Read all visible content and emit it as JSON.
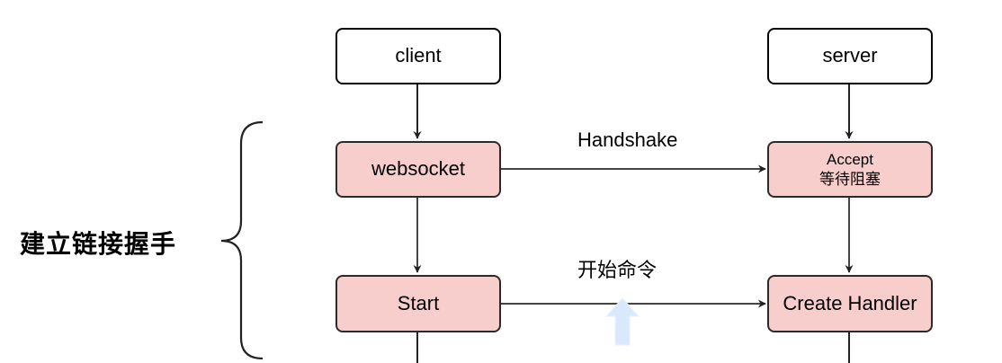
{
  "nodes": {
    "client": "client",
    "server": "server",
    "websocket": "websocket",
    "accept_line1": "Accept",
    "accept_line2": "等待阻塞",
    "start": "Start",
    "create_handler": "Create Handler"
  },
  "edges": {
    "handshake": "Handshake",
    "start_command": "开始命令"
  },
  "group": {
    "label": "建立链接握手"
  },
  "colors": {
    "node_fill": "#f8cecc",
    "stroke": "#000000",
    "hint_arrow": "#dae8fc"
  }
}
